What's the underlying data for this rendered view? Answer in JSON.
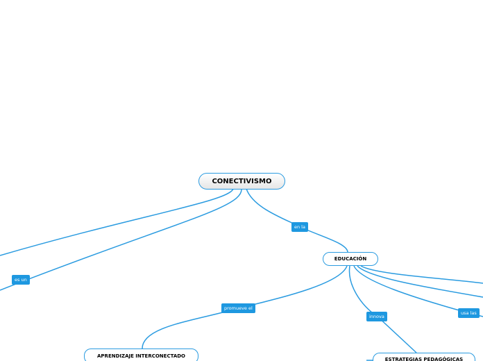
{
  "map": {
    "root": "CONECTIVISMO",
    "nodes": {
      "educacion": "EDUCACIÓN",
      "aprendizaje": "APRENDIZAJE INTERCONECTADO",
      "estrategias": "ESTRATEGIAS PEDAGÓGICAS"
    },
    "links": {
      "en_la": "en la",
      "es_un": "es un",
      "promueve_el": "promueve el",
      "innova": "innova",
      "usa_las": "usa las"
    },
    "colors": {
      "line": "#2a9be0",
      "label_bg": "#1e98e0"
    }
  }
}
